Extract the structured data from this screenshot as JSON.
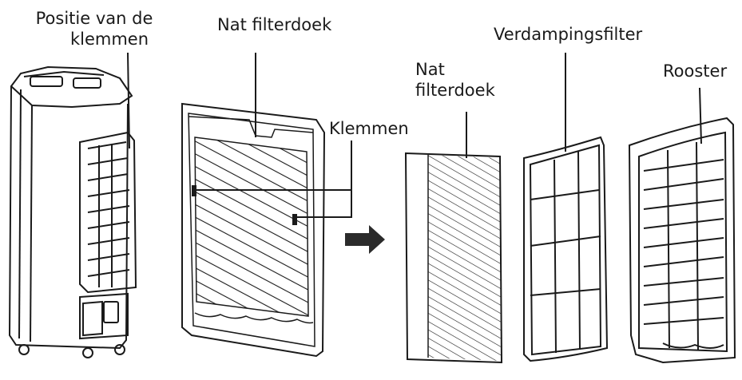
{
  "labels": {
    "clamp_position": [
      "Positie van de",
      "klemmen"
    ],
    "wet_cloth_top": "Nat filterdoek",
    "clamps": "Klemmen",
    "wet_cloth_right": [
      "Nat",
      "filterdoek"
    ],
    "evaporation_filter": "Verdampingsfilter",
    "grille": "Rooster"
  },
  "colors": {
    "line": "#1a1a1a",
    "arrow": "#2b2b2b",
    "background": "#ffffff"
  },
  "icons": [
    "right-arrow-icon"
  ]
}
